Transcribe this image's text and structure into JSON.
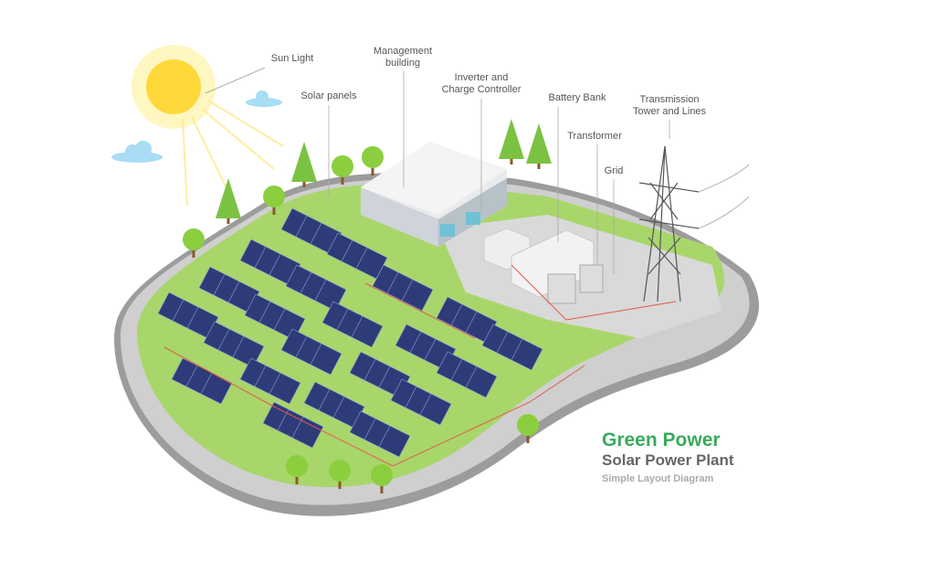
{
  "labels": {
    "sun_light": "Sun Light",
    "solar_panels": "Solar panels",
    "management_building": [
      "Management",
      "building"
    ],
    "inverter": [
      "Inverter and",
      "Charge Controller"
    ],
    "battery_bank": "Battery Bank",
    "transformer": "Transformer",
    "grid": "Grid",
    "transmission": [
      "Transmission",
      "Tower and Lines"
    ]
  },
  "title": {
    "main": "Green Power",
    "sub": "Solar Power Plant",
    "caption": "Simple Layout Diagram"
  },
  "colors": {
    "green_title": "#3aaa5c",
    "grass": "#a8d66a",
    "road": "#a9a9a9",
    "panel": "#2f3b78",
    "sun": "#ffd93a",
    "cloud": "#a9dcf5",
    "cable": "#e05a4a"
  }
}
